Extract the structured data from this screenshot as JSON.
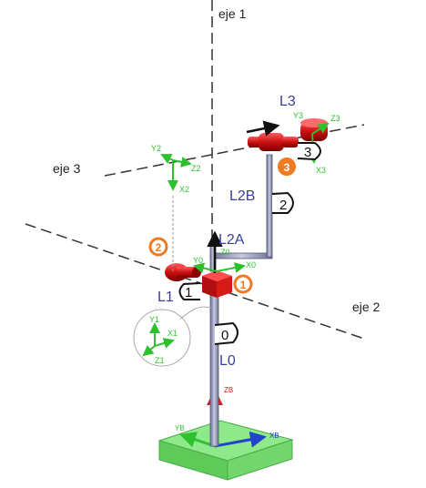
{
  "axes": {
    "eje1": "eje 1",
    "eje2": "eje 2",
    "eje3": "eje 3"
  },
  "links": {
    "L0": "L0",
    "L1": "L1",
    "L2A": "L2A",
    "L2B": "L2B",
    "L3": "L3"
  },
  "link_numbers": [
    "0",
    "1",
    "2",
    "3"
  ],
  "joint_numbers": [
    "1",
    "2",
    "3"
  ],
  "frames": {
    "base": {
      "x": "XB",
      "y": "YB",
      "z": "ZB"
    },
    "f0": {
      "x": "X0",
      "y": "Y0",
      "z": "Z0"
    },
    "f1": {
      "x": "X1",
      "y": "Y1",
      "z": "Z1"
    },
    "f2": {
      "x": "X2",
      "y": "Y2",
      "z": "Z2"
    },
    "f3": {
      "x": "X3",
      "y": "Y3",
      "z": "Z3"
    }
  },
  "colors": {
    "link_label": "#3b3f9c",
    "frame_green": "#2fc02f",
    "joint_red": "#cc1111",
    "joint_badge": "#f07a22",
    "base_plate": "#7ee07a",
    "z_axis": "#d42020",
    "x_axis": "#2244cc"
  }
}
